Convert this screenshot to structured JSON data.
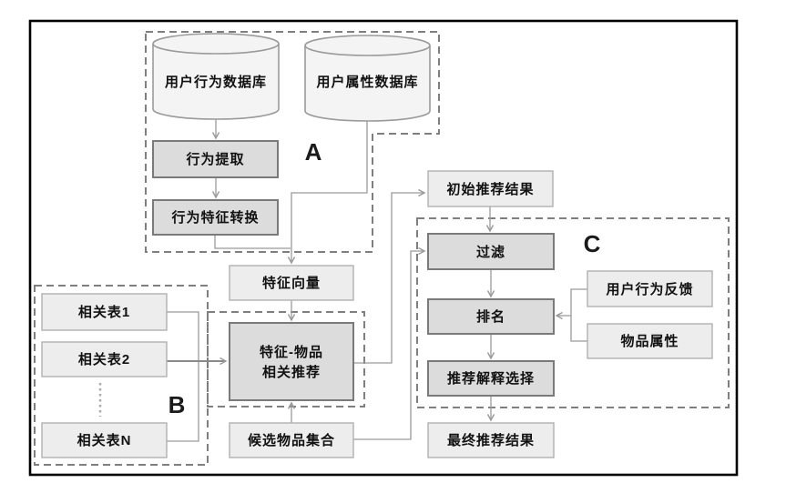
{
  "figure": {
    "background": "#ffffff",
    "frame_border": "#000000"
  },
  "colors": {
    "box_light_fill": "#ededed",
    "box_light_border": "#b0b0b0",
    "box_dark_fill": "#dcdcdc",
    "box_dark_border": "#7a7a7a",
    "cylinder_fill": "#f4f4f4",
    "cylinder_border": "#9a9a9a",
    "connector_line": "#9a9a9a",
    "dashed_group_border": "#7f7f7f",
    "text": "#111111"
  },
  "region_labels": {
    "a": "A",
    "b": "B",
    "c": "C"
  },
  "nodes": {
    "user_behavior_db": "用户行为数据库",
    "user_attribute_db": "用户属性数据库",
    "behavior_extraction": "行为提取",
    "behavior_feature_conversion": "行为特征转换",
    "feature_vector": "特征向量",
    "related_table_1": "相关表1",
    "related_table_2": "相关表2",
    "related_table_n": "相关表N",
    "feature_item_rec_line1": "特征-物品",
    "feature_item_rec_line2": "相关推荐",
    "candidate_item_set": "候选物品集合",
    "initial_rec_result": "初始推荐结果",
    "filter": "过滤",
    "ranking": "排名",
    "rec_explanation_selection": "推荐解释选择",
    "final_rec_result": "最终推荐结果",
    "user_behavior_feedback": "用户行为反馈",
    "item_attributes": "物品属性"
  }
}
